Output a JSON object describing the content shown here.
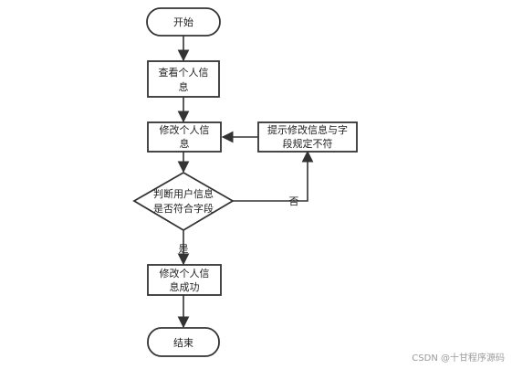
{
  "colors": {
    "stroke": "#333333",
    "fill": "#ffffff",
    "text": "#222222",
    "watermark": "#9a9a9a"
  },
  "nodes": {
    "start": {
      "lines": [
        "开始"
      ]
    },
    "view": {
      "lines": [
        "查看个人信",
        "息"
      ]
    },
    "modify": {
      "lines": [
        "修改个人信",
        "息"
      ]
    },
    "prompt": {
      "lines": [
        "提示修改信息与字",
        "段规定不符"
      ]
    },
    "check": {
      "lines": [
        "判断用户信息",
        "是否符合字段"
      ]
    },
    "success": {
      "lines": [
        "修改个人信",
        "息成功"
      ]
    },
    "end": {
      "lines": [
        "结束"
      ]
    }
  },
  "edges": {
    "no_label": "否",
    "yes_label": "是"
  },
  "watermark": "CSDN @十甘程序源码"
}
